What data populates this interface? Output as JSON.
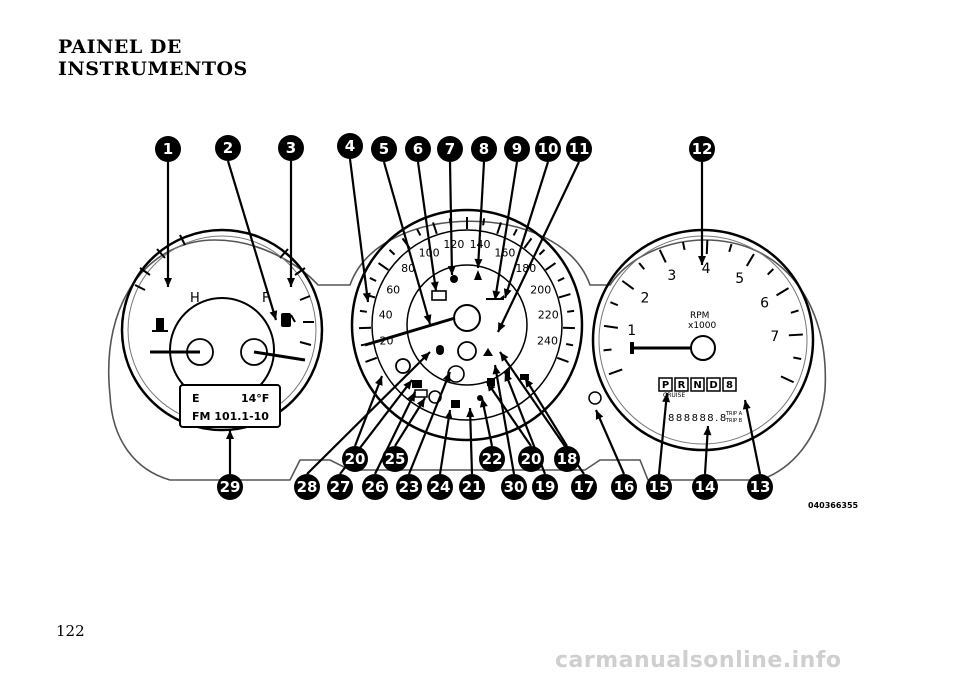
{
  "header": {
    "title_line1": "PAINEL DE",
    "title_line2": "INSTRUMENTOS"
  },
  "footer": {
    "page_number": "122",
    "watermark": "carmanualsonline.info"
  },
  "figure": {
    "code": "040366355",
    "callouts_top": [
      "1",
      "2",
      "3",
      "4",
      "5",
      "6",
      "7",
      "8",
      "9",
      "10",
      "11",
      "12"
    ],
    "callouts_bottom": [
      "29",
      "28",
      "27",
      "26",
      "23",
      "24",
      "21",
      "30",
      "19",
      "17",
      "16",
      "15",
      "14",
      "13"
    ],
    "callouts_mid": [
      "20",
      "25",
      "22",
      "20",
      "18"
    ],
    "fuel_gauge": {
      "h_label": "H",
      "f_label": "F"
    },
    "display": {
      "line1_left": "E",
      "line1_right": "14°F",
      "line2": "FM  101.1-10"
    },
    "speedometer": {
      "ticks": [
        "20",
        "40",
        "60",
        "80",
        "100",
        "120",
        "140",
        "160",
        "180",
        "200",
        "220",
        "240"
      ]
    },
    "tachometer": {
      "ticks": [
        "1",
        "2",
        "3",
        "4",
        "5",
        "6",
        "7"
      ],
      "rpm_label": "RPM",
      "unit_label": "x1000"
    },
    "gear_selector": [
      "P",
      "R",
      "N",
      "D",
      "8"
    ],
    "cruise_label": "CRUISE",
    "odometer": "888888.8",
    "trip_a": "TRIP A",
    "trip_b": "TRIP B"
  }
}
